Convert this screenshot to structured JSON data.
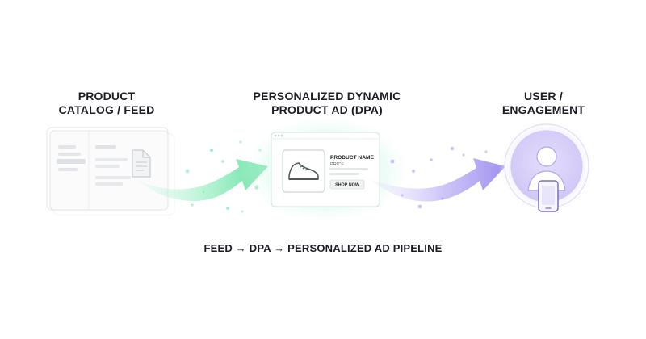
{
  "catalog": {
    "heading_line1": "PRODUCT",
    "heading_line2": "CATALOG / FEED"
  },
  "dpa": {
    "heading_line1": "PERSONALIZED DYNAMIC",
    "heading_line2": "PRODUCT AD (DPA)",
    "product_name": "PRODUCT NAME",
    "price": "PRICE",
    "cta": "SHOP NOW"
  },
  "user": {
    "heading_line1": "USER /",
    "heading_line2": "ENGAGEMENT"
  },
  "footer": {
    "caption": "FEED → DPA → PERSONALIZED AD PIPELINE"
  },
  "colors": {
    "green_accent": "#5fe3a1",
    "purple_accent": "#9b8cf0",
    "text": "#1c1c24"
  },
  "icons": [
    "document-icon",
    "sneaker-icon",
    "user-avatar-icon",
    "phone-icon",
    "arrow-right-icon"
  ]
}
